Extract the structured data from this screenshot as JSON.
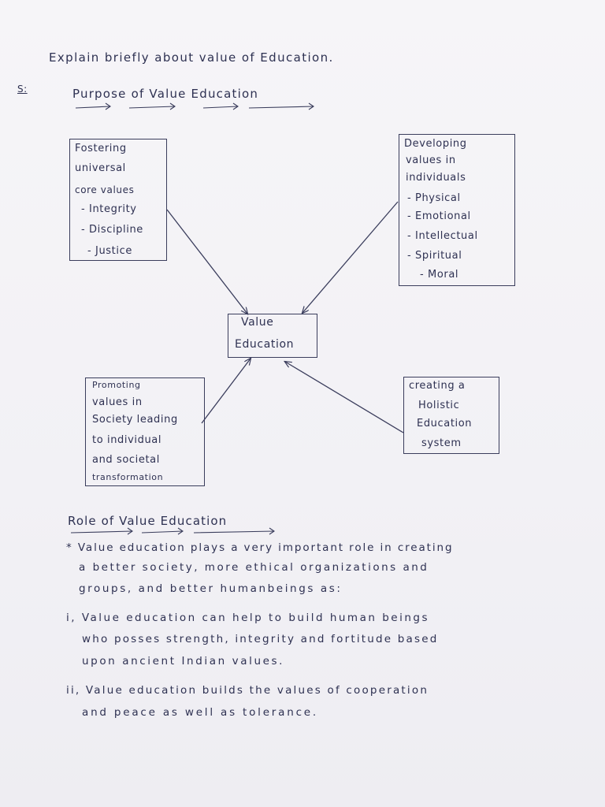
{
  "question": "Explain briefly about value of Education.",
  "answer_marker": "S:",
  "heading_purpose": "Purpose of Value Education",
  "center_box": {
    "line1": "Value",
    "line2": "Education"
  },
  "box_fostering": [
    "Fostering",
    "universal",
    "core values",
    "- Integrity",
    "- Discipline",
    "- Justice"
  ],
  "box_developing": [
    "Developing",
    "values in",
    "individuals",
    "- Physical",
    "- Emotional",
    "- Intellectual",
    "- Spiritual",
    "- Moral"
  ],
  "box_promoting": [
    "Promoting",
    "values in",
    "Society leading",
    "to individual",
    "and societal",
    "transformation"
  ],
  "box_holistic": [
    "creating a",
    "Holistic",
    "Education",
    "system"
  ],
  "heading_role": "Role of Value Education",
  "role_intro": [
    "* Value education plays a very important role in creating",
    "a better society, more ethical organizations and",
    "groups, and better humanbeings as:"
  ],
  "point_1": [
    "i, Value education can help to build human beings",
    "who posses strength, integrity and fortitude based",
    "upon ancient Indian values."
  ],
  "point_2": [
    "ii, Value education builds the values of cooperation",
    "and peace as well as tolerance."
  ]
}
